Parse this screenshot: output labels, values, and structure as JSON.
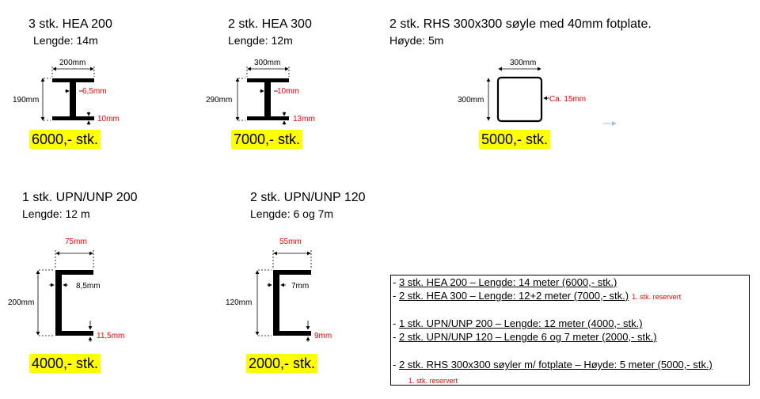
{
  "items": {
    "hea200": {
      "title": "3 stk. HEA 200",
      "sub": "Lengde: 14m",
      "price": "6000,- stk.",
      "dims": {
        "width": "200mm",
        "height": "190mm",
        "web": "6,5mm",
        "flange": "10mm"
      }
    },
    "hea300": {
      "title": "2 stk. HEA 300",
      "sub": "Lengde: 12m",
      "price": "7000,- stk.",
      "dims": {
        "width": "300mm",
        "height": "290mm",
        "web": "10mm",
        "flange": "13mm"
      }
    },
    "rhs": {
      "title": "2 stk. RHS 300x300 søyle med 40mm fotplate.",
      "sub": "Høyde: 5m",
      "price": "5000,- stk.",
      "dims": {
        "width": "300mm",
        "height": "300mm",
        "wall": "Ca. 15mm"
      }
    },
    "upn200": {
      "title": "1 stk. UPN/UNP 200",
      "sub": "Lengde: 12 m",
      "price": "4000,- stk.",
      "dims": {
        "width": "75mm",
        "height": "200mm",
        "web": "8,5mm",
        "flange": "11,5mm"
      }
    },
    "upn120": {
      "title": "2 stk. UPN/UNP 120",
      "sub": "Lengde: 6 og 7m",
      "price": "2000,- stk.",
      "dims": {
        "width": "55mm",
        "height": "120mm",
        "web": "7mm",
        "flange": "9mm"
      }
    }
  },
  "summary": {
    "lines": [
      {
        "dash": "- ",
        "text": "3 stk. HEA 200 – Lengde: 14 meter (6000,- stk.)",
        "note": ""
      },
      {
        "dash": "- ",
        "text": "2 stk. HEA 300 – Lengde: 12+2 meter (7000,- stk.)",
        "note": "1. stk. reservert"
      },
      {
        "dash": "- ",
        "text": "1 stk. UPN/UNP 200 – Lengde: 12 meter (4000,- stk.)",
        "note": ""
      },
      {
        "dash": "- ",
        "text": "2 stk. UPN/UNP 120 – Lengde 6 og 7 meter (2000,- stk.)",
        "note": ""
      },
      {
        "dash": "- ",
        "text": "2 stk. RHS 300x300 søyler m/ fotplate – Høyde: 5 meter (5000,- stk.)",
        "note": "1. stk. reservert"
      }
    ]
  },
  "colors": {
    "price_highlight": "#ffff00",
    "dimension_text": "#ff0000",
    "arrow_light": "#9ec3e6"
  }
}
